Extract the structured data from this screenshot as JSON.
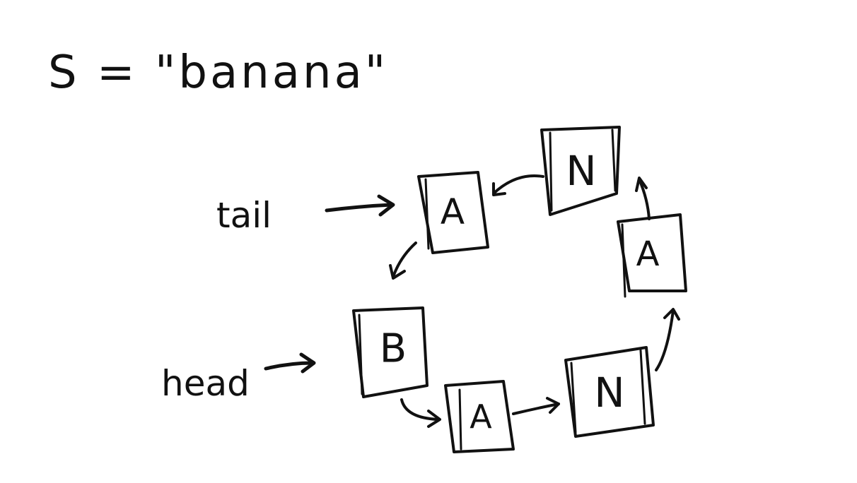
{
  "title": {
    "equation": "S = \"banana\""
  },
  "pointers": {
    "tail_label": "tail",
    "head_label": "head"
  },
  "nodes": [
    {
      "id": "node-b",
      "letter": "B"
    },
    {
      "id": "node-a1",
      "letter": "A"
    },
    {
      "id": "node-n1",
      "letter": "N"
    },
    {
      "id": "node-a2",
      "letter": "A"
    },
    {
      "id": "node-n2",
      "letter": "N"
    },
    {
      "id": "node-a3",
      "letter": "A"
    }
  ],
  "colors": {
    "ink": "#111111",
    "background": "#ffffff"
  }
}
